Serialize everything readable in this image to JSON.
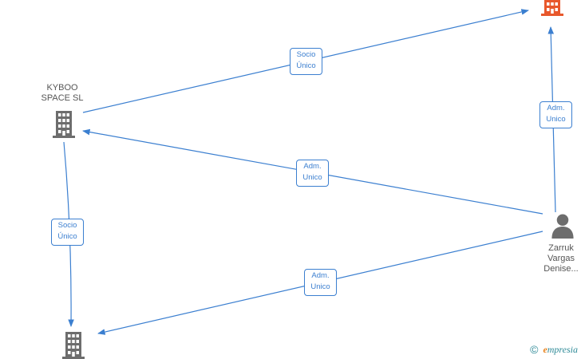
{
  "nodes": [
    {
      "id": "kyboo",
      "label": "KYBOO\nSPACE  SL",
      "type": "company-icon",
      "color": "#6d6d6d"
    },
    {
      "id": "top-company",
      "label": "",
      "type": "company-icon",
      "color": "#e8582c"
    },
    {
      "id": "bottom-company",
      "label": "",
      "type": "company-icon",
      "color": "#6d6d6d"
    },
    {
      "id": "person",
      "label": "Zarruk\nVargas\nDenise...",
      "type": "person-icon",
      "color": "#6d6d6d"
    }
  ],
  "edges": [
    {
      "from": "kyboo",
      "to": "top-company",
      "label": [
        "Socio",
        "Único"
      ]
    },
    {
      "from": "person",
      "to": "kyboo",
      "label": [
        "Adm.",
        "Unico"
      ]
    },
    {
      "from": "person",
      "to": "top-company",
      "label": [
        "Adm.",
        "Unico"
      ]
    },
    {
      "from": "kyboo",
      "to": "bottom-company",
      "label": [
        "Socio",
        "Único"
      ]
    },
    {
      "from": "person",
      "to": "bottom-company",
      "label": [
        "Adm.",
        "Unico"
      ]
    }
  ],
  "colors": {
    "edge": "#3b7fd0",
    "label_text": "#555555",
    "highlight": "#e8582c"
  },
  "footer": {
    "copyright": "©",
    "brand_initial": "e",
    "brand_rest": "mpresia"
  }
}
